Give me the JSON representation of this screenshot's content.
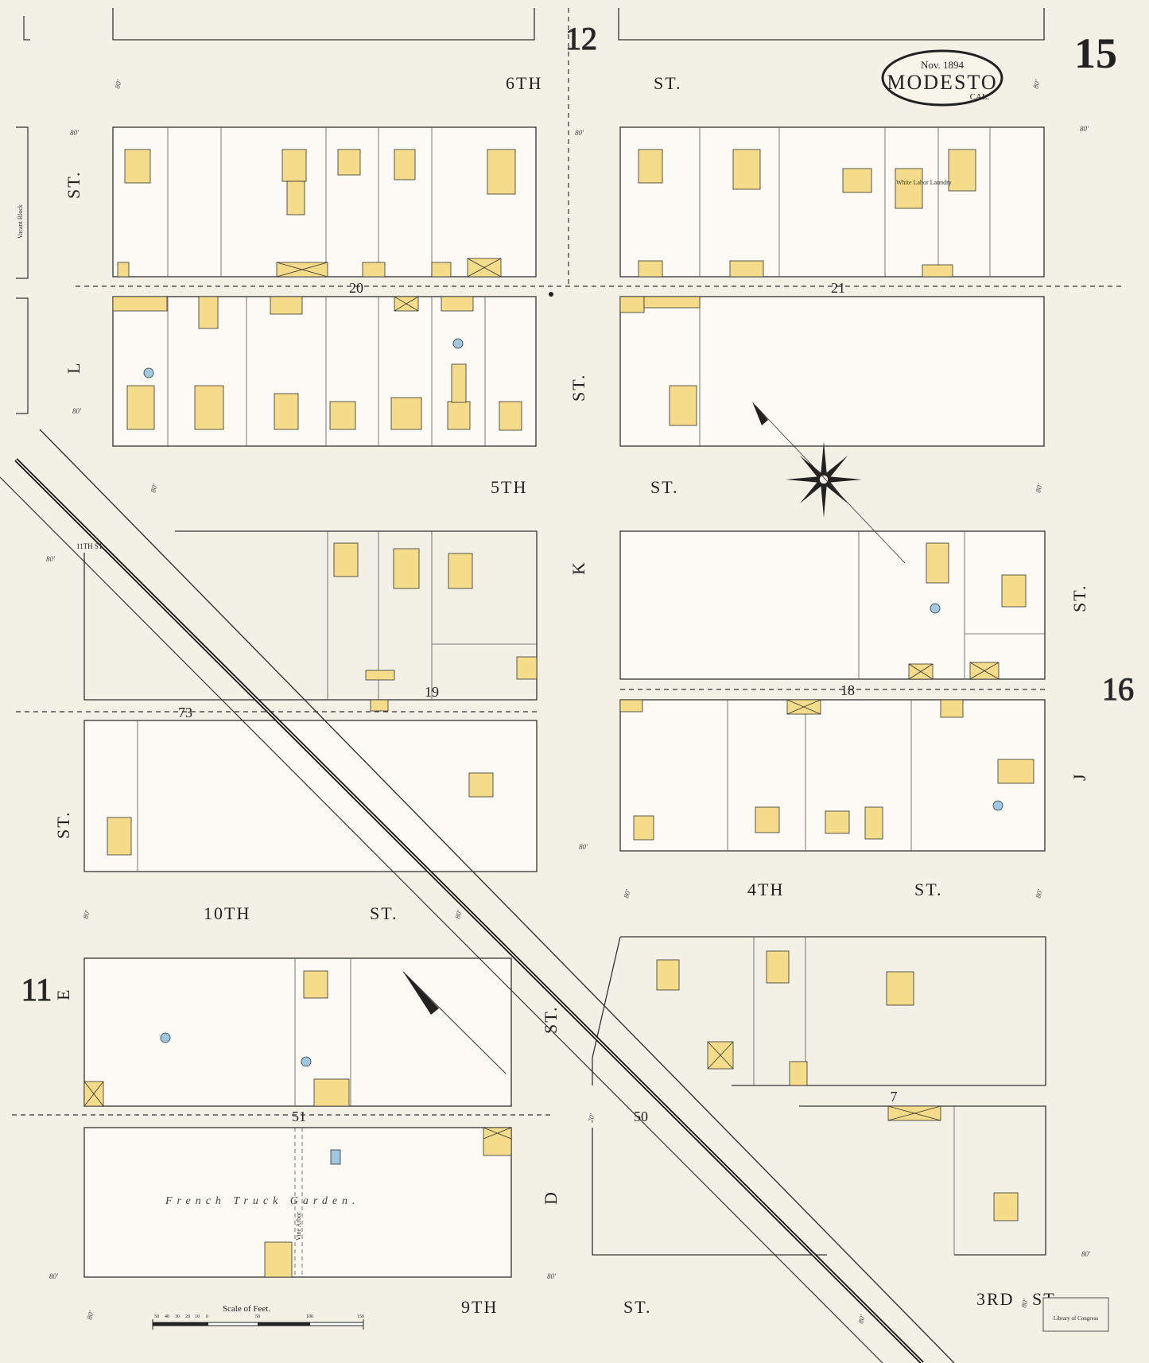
{
  "sheet": {
    "number": "15",
    "date": "Nov. 1894",
    "city": "MODESTO",
    "state": "CAL.",
    "adjacent": {
      "top": "12",
      "right": "16",
      "left": "11"
    }
  },
  "streets": {
    "sixth_a": "6TH",
    "sixth_b": "ST.",
    "fifth_a": "5TH",
    "fifth_b": "ST.",
    "fourth_a": "4TH",
    "fourth_b": "ST.",
    "third": "3RD",
    "third_st": "ST.",
    "ninth_a": "9TH",
    "ninth_b": "ST.",
    "tenth_a": "10TH",
    "tenth_b": "ST.",
    "l_st": "ST.",
    "l": "L",
    "k_st": "ST.",
    "k": "K",
    "j_st": "ST.",
    "j": "J",
    "d_st": "ST.",
    "d": "D",
    "e": "E",
    "e_st": "ST.",
    "eleventh": "11TH ST."
  },
  "blocks": [
    "20",
    "21",
    "19",
    "18",
    "73",
    "51",
    "50",
    "7"
  ],
  "labels": {
    "vacant_block": "Vacant Block",
    "french_garden": "French   Truck   Garden.",
    "vine_arbor": "Vine Arbor",
    "white_labor": "White Labor Laundry",
    "scale": "Scale of Feet.",
    "scale_ticks": [
      "50",
      "40",
      "30",
      "20",
      "10",
      "0",
      "50",
      "100",
      "150"
    ],
    "library_stamp": "Library of Congress"
  },
  "widths": {
    "w80": "80'",
    "w20": "20'"
  }
}
